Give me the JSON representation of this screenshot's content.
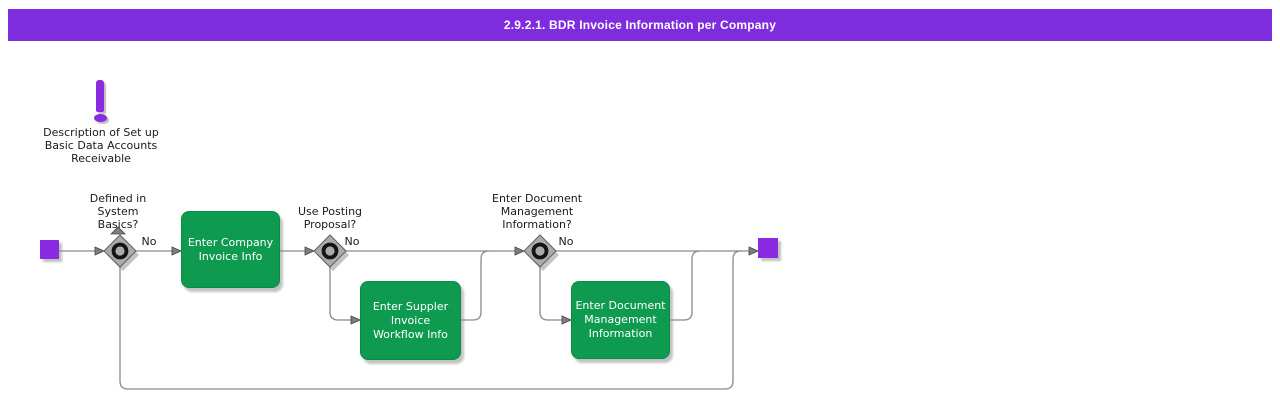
{
  "header": {
    "title": "2.9.2.1. BDR Invoice Information per Company"
  },
  "annotation": {
    "icon": "exclamation-icon",
    "text": "Description of Set up\nBasic Data Accounts\nReceivable"
  },
  "flowchart": {
    "start_node": "start",
    "end_node": "end",
    "decisions": [
      {
        "label": "Defined in\nSystem\nBasics?",
        "no_label": "No"
      },
      {
        "label": "Use Posting\nProposal?",
        "no_label": "No"
      },
      {
        "label": "Enter Document\nManagement\nInformation?",
        "no_label": "No"
      }
    ],
    "tasks": [
      {
        "label": "Enter Company\nInvoice Info"
      },
      {
        "label": "Enter Suppler\nInvoice\nWorkflow Info"
      },
      {
        "label": "Enter Document\nManagement\nInformation"
      }
    ]
  },
  "colors": {
    "header_bg": "#7F2CDE",
    "node_purple": "#8A2BE2",
    "task_green": "#0F9B4F",
    "task_green_border": "#0C8A45",
    "connector_gray": "#8A8A8A",
    "decision_fill": "#ABABAB",
    "text": "#1A1A1A"
  }
}
